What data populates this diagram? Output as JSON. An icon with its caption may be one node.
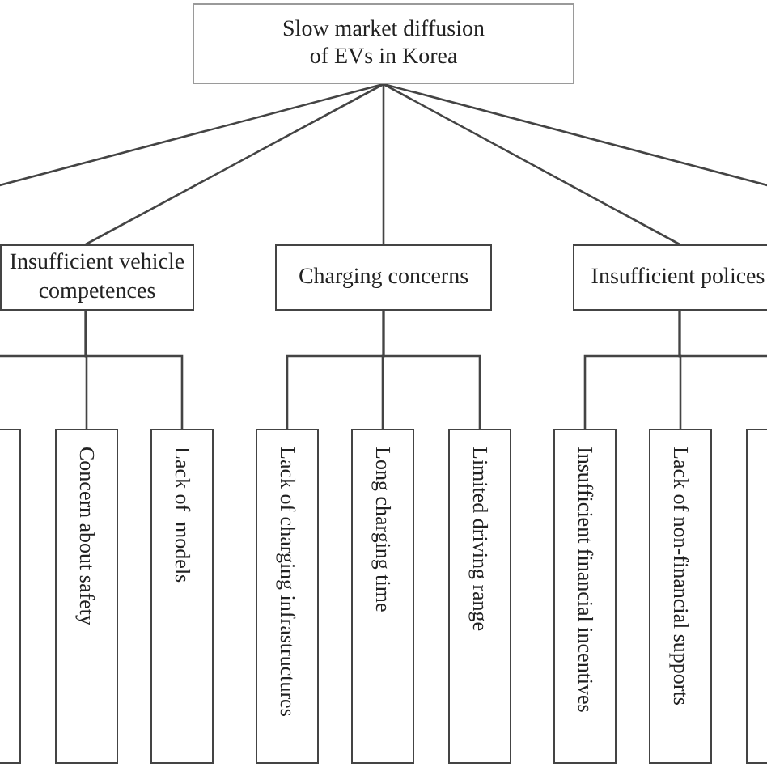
{
  "diagram": {
    "nodes": [
      {
        "text": [
          "Slow market diffusion of EVs in Korea"
        ]
      },
      {
        "text": [
          "Insufficient vehicle competences"
        ]
      },
      {
        "text": [
          "Charging concerns"
        ]
      },
      {
        "text": [
          "Insufficient polices"
        ]
      },
      {
        "text": [],
        "shape": "box"
      },
      {
        "text": [
          "Concern about safety"
        ]
      },
      {
        "text": [
          "Lack of  models"
        ]
      },
      {
        "text": [
          "Lack of charging infrastructures"
        ]
      },
      {
        "text": [
          "Long charging time"
        ]
      },
      {
        "text": [
          "Limited driving range"
        ]
      },
      {
        "text": [
          "Insufficient financial incentives"
        ]
      },
      {
        "text": [
          "Lack of non-financial supports"
        ]
      },
      {
        "text": [],
        "shape": "box"
      }
    ],
    "edges": [
      {
        "from": 0,
        "to": null,
        "arrow": "none"
      },
      {
        "from": 0,
        "to": 1,
        "arrow": "none"
      },
      {
        "from": 0,
        "to": 2,
        "arrow": "none"
      },
      {
        "from": 0,
        "to": 3,
        "arrow": "none"
      },
      {
        "from": 0,
        "to": null,
        "arrow": "none"
      },
      {
        "from": 1,
        "to": 4,
        "arrow": "none"
      },
      {
        "from": 1,
        "to": 5,
        "arrow": "none"
      },
      {
        "from": 1,
        "to": 6,
        "arrow": "none"
      },
      {
        "from": 2,
        "to": 7,
        "arrow": "none"
      },
      {
        "from": 2,
        "to": 8,
        "arrow": "none"
      },
      {
        "from": 2,
        "to": 9,
        "arrow": "none"
      },
      {
        "from": 3,
        "to": 10,
        "arrow": "none"
      },
      {
        "from": 3,
        "to": 11,
        "arrow": "none"
      },
      {
        "from": 3,
        "to": 12,
        "arrow": "none"
      }
    ]
  }
}
